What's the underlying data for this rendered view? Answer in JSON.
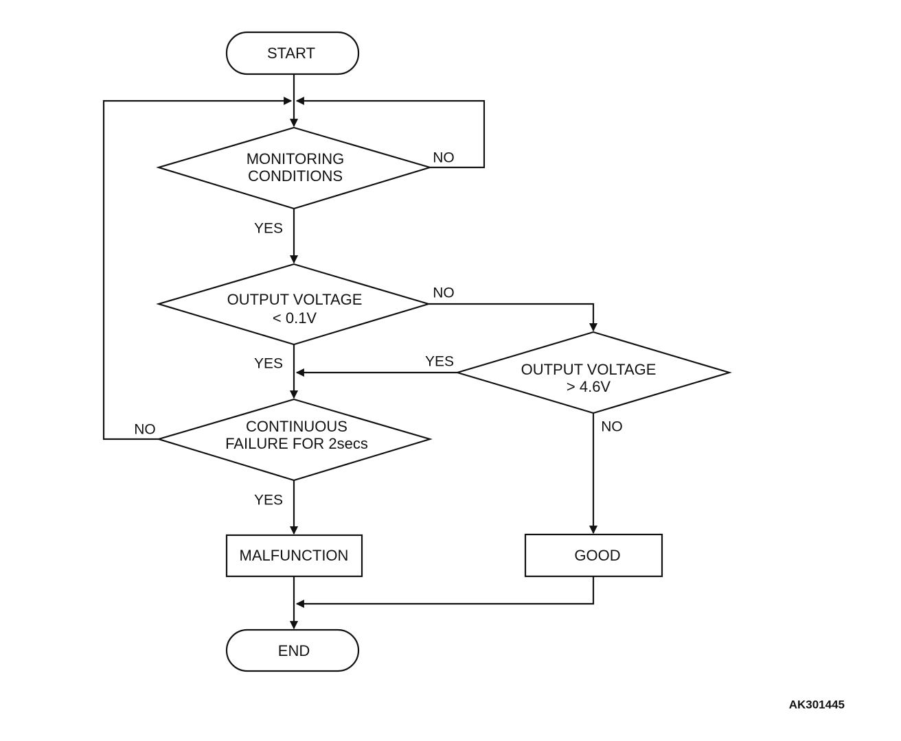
{
  "diagram": {
    "nodes": {
      "start": {
        "shape": "terminal",
        "lines": [
          "START"
        ]
      },
      "monitoring": {
        "shape": "decision",
        "lines": [
          "MONITORING",
          "CONDITIONS"
        ]
      },
      "low_voltage": {
        "shape": "decision",
        "lines": [
          "OUTPUT VOLTAGE",
          "< 0.1V"
        ]
      },
      "high_voltage": {
        "shape": "decision",
        "lines": [
          "OUTPUT VOLTAGE",
          "> 4.6V"
        ]
      },
      "continuous": {
        "shape": "decision",
        "lines": [
          "CONTINUOUS",
          "FAILURE FOR 2secs"
        ]
      },
      "malfunction": {
        "shape": "process",
        "lines": [
          "MALFUNCTION"
        ]
      },
      "good": {
        "shape": "process",
        "lines": [
          "GOOD"
        ]
      },
      "end": {
        "shape": "terminal",
        "lines": [
          "END"
        ]
      }
    },
    "edges": {
      "start_to_monitoring": {
        "from": "start",
        "to": "monitoring",
        "label": ""
      },
      "monitoring_no": {
        "from": "monitoring",
        "to": "monitoring",
        "label": "NO"
      },
      "monitoring_yes": {
        "from": "monitoring",
        "to": "low_voltage",
        "label": "YES"
      },
      "low_no": {
        "from": "low_voltage",
        "to": "high_voltage",
        "label": "NO"
      },
      "low_yes": {
        "from": "low_voltage",
        "to": "continuous",
        "label": "YES"
      },
      "high_yes": {
        "from": "high_voltage",
        "to": "continuous",
        "label": "YES"
      },
      "high_no": {
        "from": "high_voltage",
        "to": "good",
        "label": "NO"
      },
      "continuous_no": {
        "from": "continuous",
        "to": "monitoring",
        "label": "NO"
      },
      "continuous_yes": {
        "from": "continuous",
        "to": "malfunction",
        "label": "YES"
      },
      "malfunction_to_end": {
        "from": "malfunction",
        "to": "end",
        "label": ""
      },
      "good_to_end": {
        "from": "good",
        "to": "end",
        "label": ""
      }
    },
    "figure_id": "AK301445"
  }
}
